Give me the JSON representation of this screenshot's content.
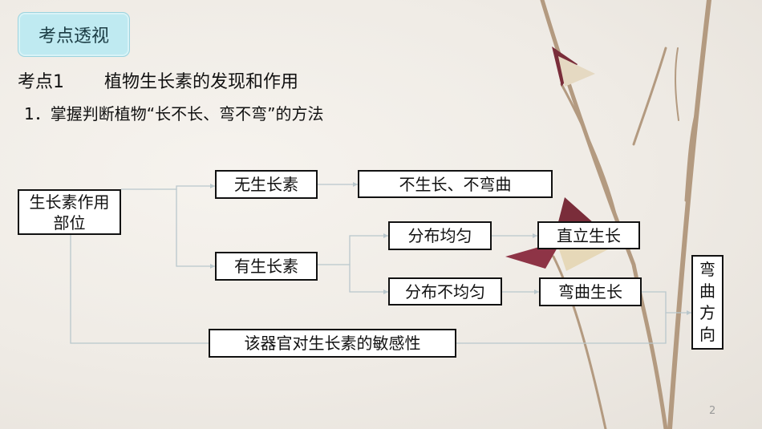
{
  "slide": {
    "tag": "考点透视",
    "heading_number": "考点1",
    "heading_text": "植物生长素的发现和作用",
    "subheading": "1．掌握判断植物“长不长、弯不弯”的方法",
    "page_number": "2"
  },
  "diagram": {
    "root": "生长素作用部位",
    "no_auxin": "无生长素",
    "no_growth": "不生长、不弯曲",
    "has_auxin": "有生长素",
    "even": "分布均匀",
    "straight": "直立生长",
    "uneven": "分布不均匀",
    "bend": "弯曲生长",
    "sensitivity": "该器官对生长素的敏感性",
    "direction": "弯曲方向"
  },
  "colors": {
    "tag_bg": "#bfeaf1",
    "connector": "#b9c7cc"
  }
}
